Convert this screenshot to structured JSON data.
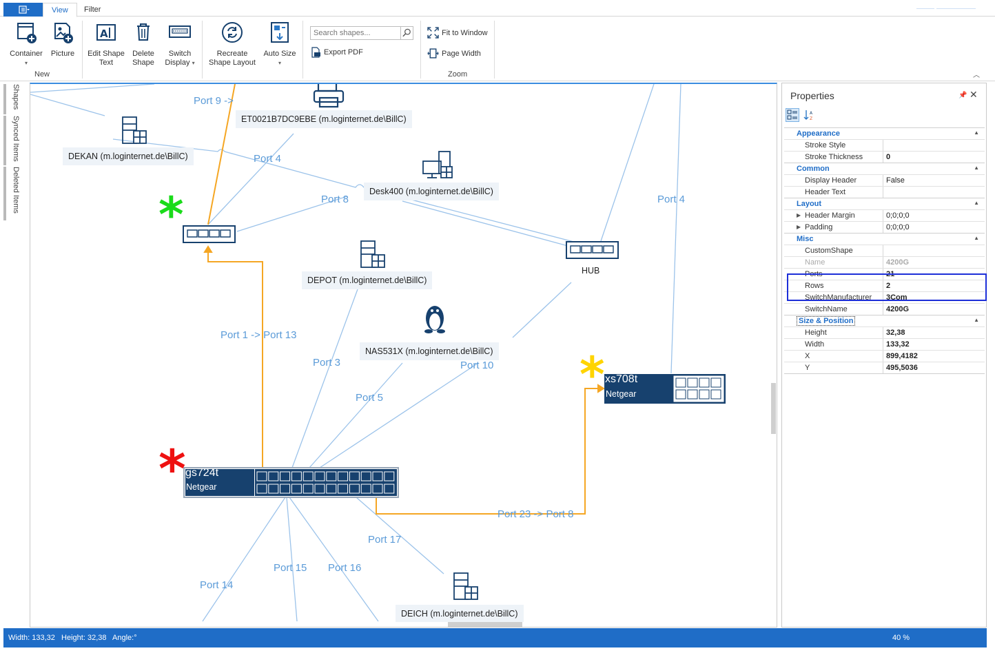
{
  "ribbon": {
    "tabs": [
      "View",
      "Filter"
    ],
    "new_group": {
      "label": "New",
      "container": "Container",
      "picture": "Picture"
    },
    "edit_shape": [
      "Edit Shape",
      "Text"
    ],
    "delete_shape": [
      "Delete",
      "Shape"
    ],
    "switch_display": [
      "Switch",
      "Display"
    ],
    "recreate": [
      "Recreate",
      "Shape Layout"
    ],
    "auto_size": "Auto Size",
    "search_placeholder": "Search shapes...",
    "export_pdf": "Export PDF",
    "zoom_group": {
      "label": "Zoom",
      "fit": "Fit to Window",
      "page_width": "Page Width"
    }
  },
  "side_tabs": [
    "Shapes",
    "Synced Items",
    "Deleted Items"
  ],
  "diagram": {
    "nodes": {
      "printer": "ET0021B7DC9EBE (m.loginternet.de\\BillC)",
      "dekan": "DEKAN (m.loginternet.de\\BillC)",
      "desk400": "Desk400 (m.loginternet.de\\BillC)",
      "depot": "DEPOT (m.loginternet.de\\BillC)",
      "nas": "NAS531X (m.loginternet.de\\BillC)",
      "deich": "DEICH (m.loginternet.de\\BillC)",
      "hub": "HUB",
      "gs724t_name": "gs724t",
      "gs724t_vendor": "Netgear",
      "xs708t_name": "xs708t",
      "xs708t_vendor": "Netgear"
    },
    "ports": {
      "p9": "Port 9 ->",
      "p4a": "Port 4",
      "p8": "Port 8",
      "p4b": "Port 4",
      "p1_13": "Port 1 -> Port 13",
      "p3": "Port 3",
      "p10": "Port 10",
      "p5": "Port 5",
      "p23_8": "Port 23 -> Port 8",
      "p17": "Port 17",
      "p15": "Port 15",
      "p16": "Port 16",
      "p14": "Port 14"
    },
    "colors": {
      "link_blue": "#9cc3ea",
      "link_orange": "#f5a623",
      "device_navy": "#17416e",
      "star_green": "#1adb1a",
      "star_red": "#ee1111",
      "star_yellow": "#ffd400"
    }
  },
  "properties": {
    "title": "Properties",
    "categories": [
      {
        "name": "Appearance",
        "rows": [
          {
            "name": "Stroke Style",
            "value": ""
          },
          {
            "name": "Stroke Thickness",
            "value": "0"
          }
        ]
      },
      {
        "name": "Common",
        "rows": [
          {
            "name": "Display Header",
            "value": "False"
          },
          {
            "name": "Header Text",
            "value": ""
          }
        ]
      },
      {
        "name": "Layout",
        "rows": [
          {
            "name": "Header Margin",
            "value": "0;0;0;0"
          },
          {
            "name": "Padding",
            "value": "0;0;0;0"
          }
        ]
      },
      {
        "name": "Misc",
        "rows": [
          {
            "name": "CustomShape",
            "value": ""
          },
          {
            "name": "Name",
            "value": "4200G"
          },
          {
            "name": "Ports",
            "value": "21"
          },
          {
            "name": "Rows",
            "value": "2"
          },
          {
            "name": "SwitchManufacturer",
            "value": "3Com"
          },
          {
            "name": "SwitchName",
            "value": "4200G"
          }
        ]
      },
      {
        "name": "Size & Position",
        "rows": [
          {
            "name": "Height",
            "value": "32,38"
          },
          {
            "name": "Width",
            "value": "133,32"
          },
          {
            "name": "X",
            "value": "899,4182"
          },
          {
            "name": "Y",
            "value": "495,5036"
          }
        ]
      }
    ]
  },
  "status": {
    "text": "Width: 133,32   Height: 32,38   Angle:°",
    "zoom": "40 %"
  }
}
